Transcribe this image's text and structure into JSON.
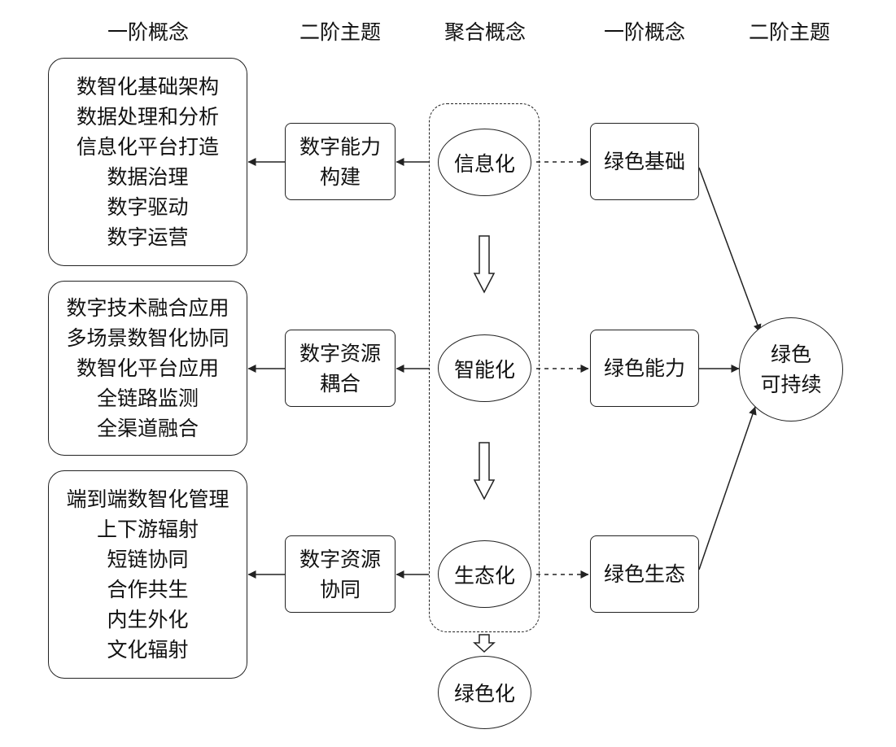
{
  "headers": {
    "col1": "一阶概念",
    "col2": "二阶主题",
    "col3": "聚合概念",
    "col4": "一阶概念",
    "col5": "二阶主题"
  },
  "first_order_left": [
    [
      "数智化基础架构",
      "数据处理和分析",
      "信息化平台打造",
      "数据治理",
      "数字驱动",
      "数字运营"
    ],
    [
      "数字技术融合应用",
      "多场景数智化协同",
      "数智化平台应用",
      "全链路监测",
      "全渠道融合"
    ],
    [
      "端到端数智化管理",
      "上下游辐射",
      "短链协同",
      "合作共生",
      "内生外化",
      "文化辐射"
    ]
  ],
  "second_order_left": [
    [
      "数字能力",
      "构建"
    ],
    [
      "数字资源",
      "耦合"
    ],
    [
      "数字资源",
      "协同"
    ]
  ],
  "aggregate": {
    "stages": [
      "信息化",
      "智能化",
      "生态化"
    ],
    "result": "绿色化"
  },
  "first_order_right": [
    "绿色基础",
    "绿色能力",
    "绿色生态"
  ],
  "second_order_right": [
    "绿色",
    "可持续"
  ]
}
